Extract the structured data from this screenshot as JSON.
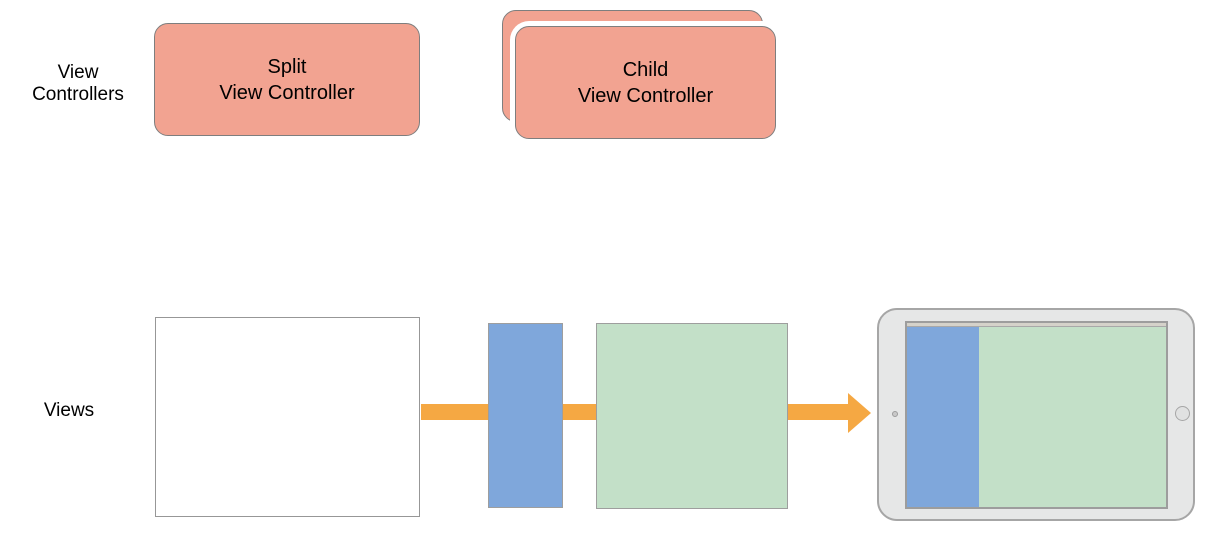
{
  "labels": {
    "view_controllers": {
      "line1": "View",
      "line2": "Controllers"
    },
    "views": "Views"
  },
  "cards": {
    "split": {
      "line1": "Split",
      "line2": "View Controller"
    },
    "child": {
      "line1": "Child",
      "line2": "View Controller"
    }
  },
  "icons": {
    "camera": "ipad-front-camera-dot",
    "home_button": "ipad-home-button-circle"
  },
  "colors": {
    "card_fill": "#F2A391",
    "card_border": "#7E7E7E",
    "primary_view_blue": "#7FA7DB",
    "secondary_view_green": "#C3E0C8",
    "arrow_orange": "#F5A843",
    "box_border": "#9E9E9E",
    "device_body": "#E6E7E7",
    "device_border": "#A6A6A6"
  }
}
